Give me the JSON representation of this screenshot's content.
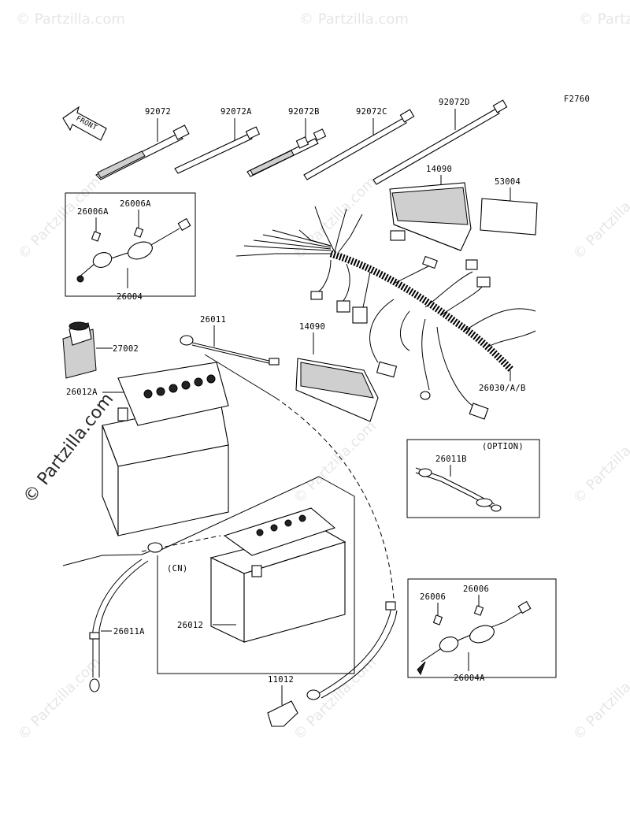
{
  "diagram": {
    "figure_code": "F2760",
    "front_label": "FRONT",
    "watermark": "© Partzilla.com",
    "option_label": "(OPTION)",
    "cn_label": "(CN)",
    "labels": {
      "p92072": "92072",
      "p92072A": "92072A",
      "p92072B": "92072B",
      "p92072C": "92072C",
      "p92072D": "92072D",
      "p14090_top": "14090",
      "p53004": "53004",
      "p26006A_1": "26006A",
      "p26006A_2": "26006A",
      "p26004": "26004",
      "p27002": "27002",
      "p26011": "26011",
      "p14090_mid": "14090",
      "p26012A": "26012A",
      "p26030": "26030/A/B",
      "p26011B": "26011B",
      "p26011A": "26011A",
      "p26012": "26012",
      "p26006_1": "26006",
      "p26006_2": "26006",
      "p26004A": "26004A",
      "p11012": "11012"
    }
  }
}
